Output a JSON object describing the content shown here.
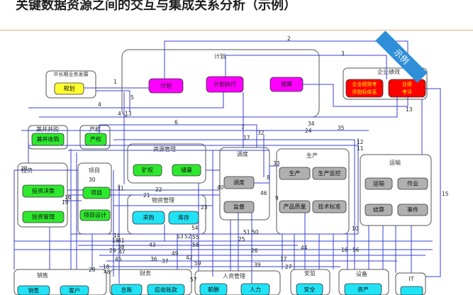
{
  "title": "关键数据资源之间的交互与集成关系分析（示例）",
  "ribbon": "示例",
  "colors": {
    "rule": "#f4a77a",
    "connector": "#3a40d0",
    "planning": "#ffff33",
    "plan": "#ff00ff",
    "performance": "#ff0000",
    "asset": "#2ee82e",
    "ops": "#b0b0b0",
    "support": "#22e3f5",
    "ribbon": "#2e8fd8"
  },
  "groups": {
    "longterm": "中长期业务发展",
    "plan": "计划",
    "performance": "企业绩效",
    "merger": "兼并并购",
    "property": "产权",
    "resource": "资源管理",
    "dispatch": "调度",
    "production": "生产",
    "transport": "运输",
    "investment": "投资",
    "project": "项目",
    "materials": "物资管理",
    "sales": "销售",
    "finance": "财务",
    "hr": "人资管理",
    "safety": "安监",
    "equipment": "设备",
    "it": "IT"
  },
  "nodes": {
    "guihua": "规划",
    "jihua": "计划",
    "jihua_zhixing": "计划执行",
    "yusuan": "预算",
    "perf_index_l1": "企业绩效考",
    "perf_index_l2": "评指标体系",
    "perf_review_l1": "业绩",
    "perf_review_l2": "考评",
    "merger": "兼并收购",
    "property": "产权",
    "mining_right": "矿权",
    "reserves": "储量",
    "dispatch": "调度",
    "supervision": "监督",
    "production": "生产",
    "production_monitor": "生产监控",
    "product_quality": "产品质量",
    "tech_standard": "技术标准",
    "transport": "运输",
    "operation": "作业",
    "settlement": "结算",
    "event": "事件",
    "invest_decision": "投资决策",
    "invest_manage": "投资管理",
    "project": "项目",
    "project_design": "项目设计",
    "purchase": "采购",
    "inventory": "库存",
    "sales": "销售",
    "customer": "客户",
    "ledger": "总账",
    "receivables": "应收账款",
    "salary": "薪酬",
    "manpower": "人力",
    "safety": "安全",
    "asset": "资产"
  },
  "connector_labels": [
    "1",
    "2",
    "3",
    "4",
    "4",
    "13",
    "5",
    "6",
    "7",
    "8",
    "9",
    "10",
    "11",
    "12",
    "13",
    "14",
    "15",
    "16",
    "16",
    "17",
    "17",
    "18",
    "18",
    "19",
    "20",
    "21",
    "22",
    "23",
    "24",
    "25",
    "26",
    "27",
    "28",
    "29",
    "30",
    "31",
    "32",
    "33",
    "34",
    "35",
    "36",
    "37",
    "38",
    "39",
    "40",
    "41",
    "42",
    "43",
    "44",
    "45",
    "46",
    "47",
    "48",
    "49",
    "50",
    "51",
    "52",
    "53",
    "54",
    "55",
    "56",
    "57",
    "58",
    "59"
  ]
}
